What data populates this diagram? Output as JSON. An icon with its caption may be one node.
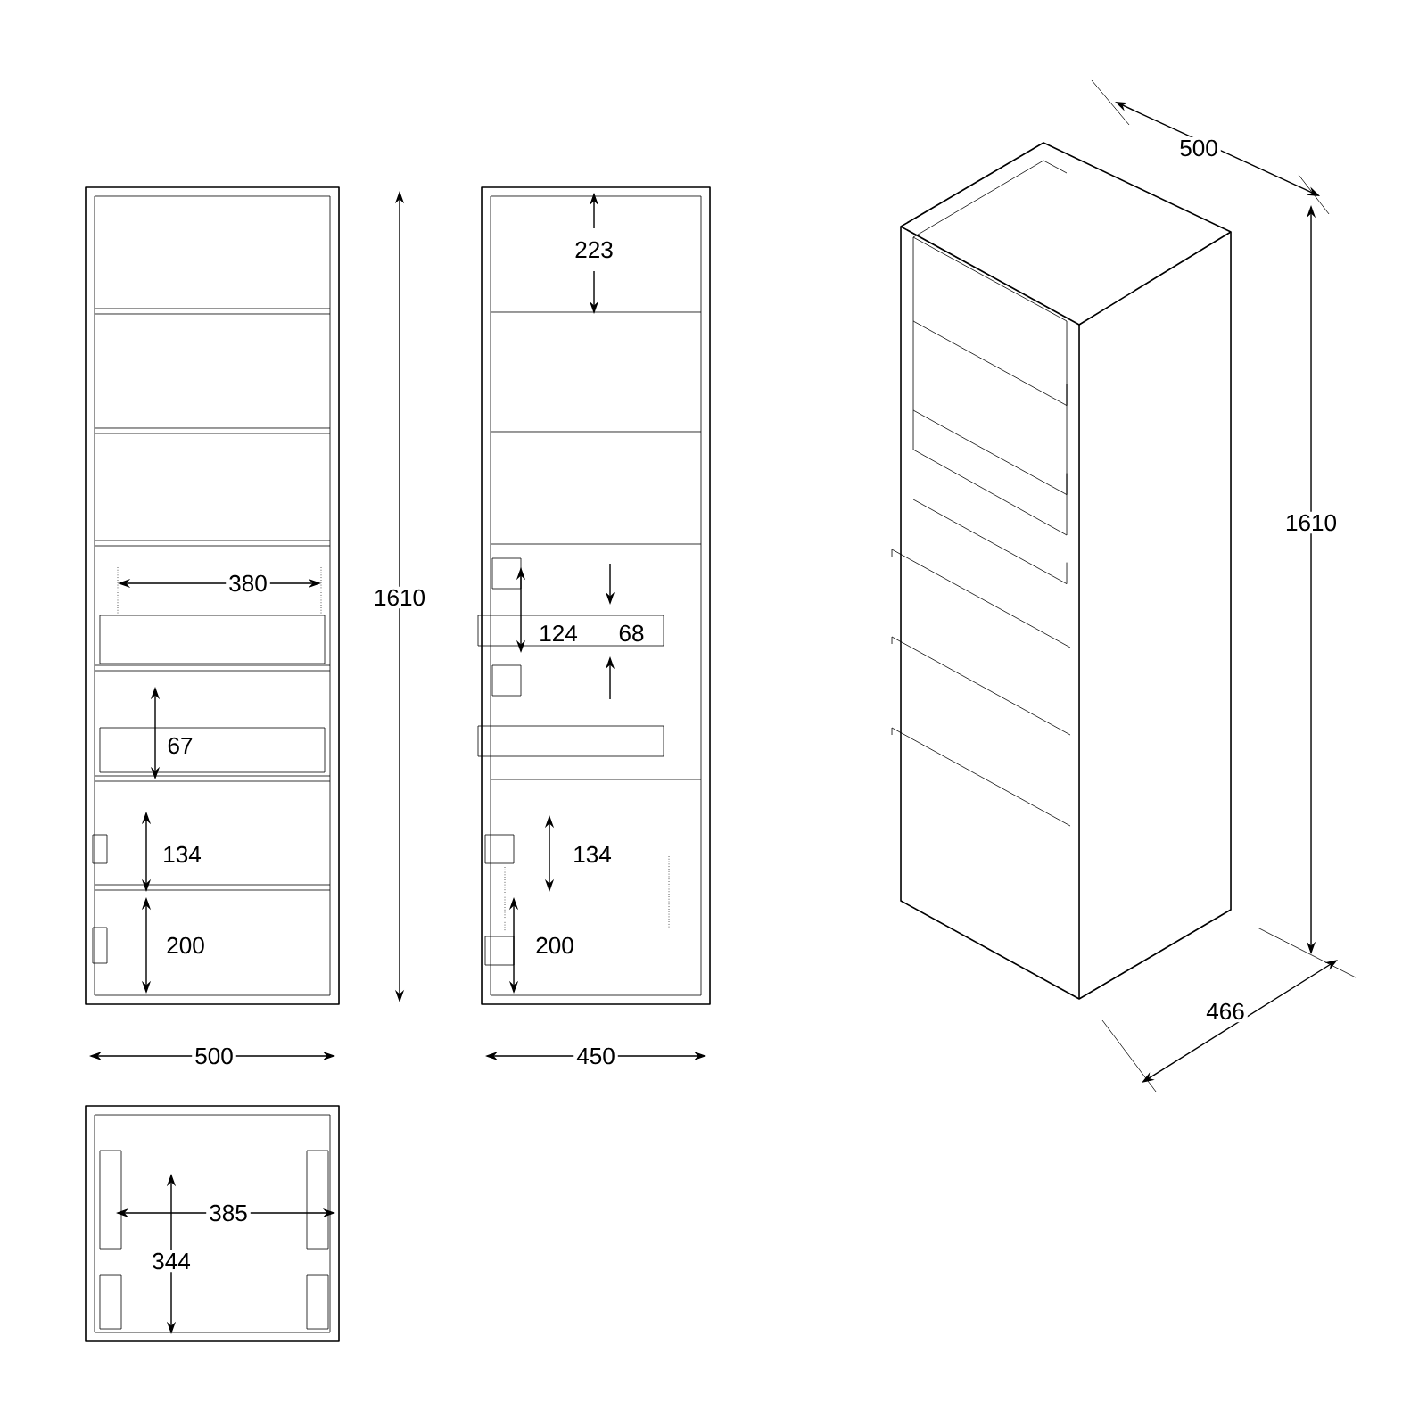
{
  "diagram": {
    "labels": [
      "500",
      "223",
      "1610",
      "380",
      "1610",
      "124",
      "68",
      "67",
      "134",
      "134",
      "200",
      "200",
      "466",
      "500",
      "450",
      "385",
      "344"
    ]
  }
}
